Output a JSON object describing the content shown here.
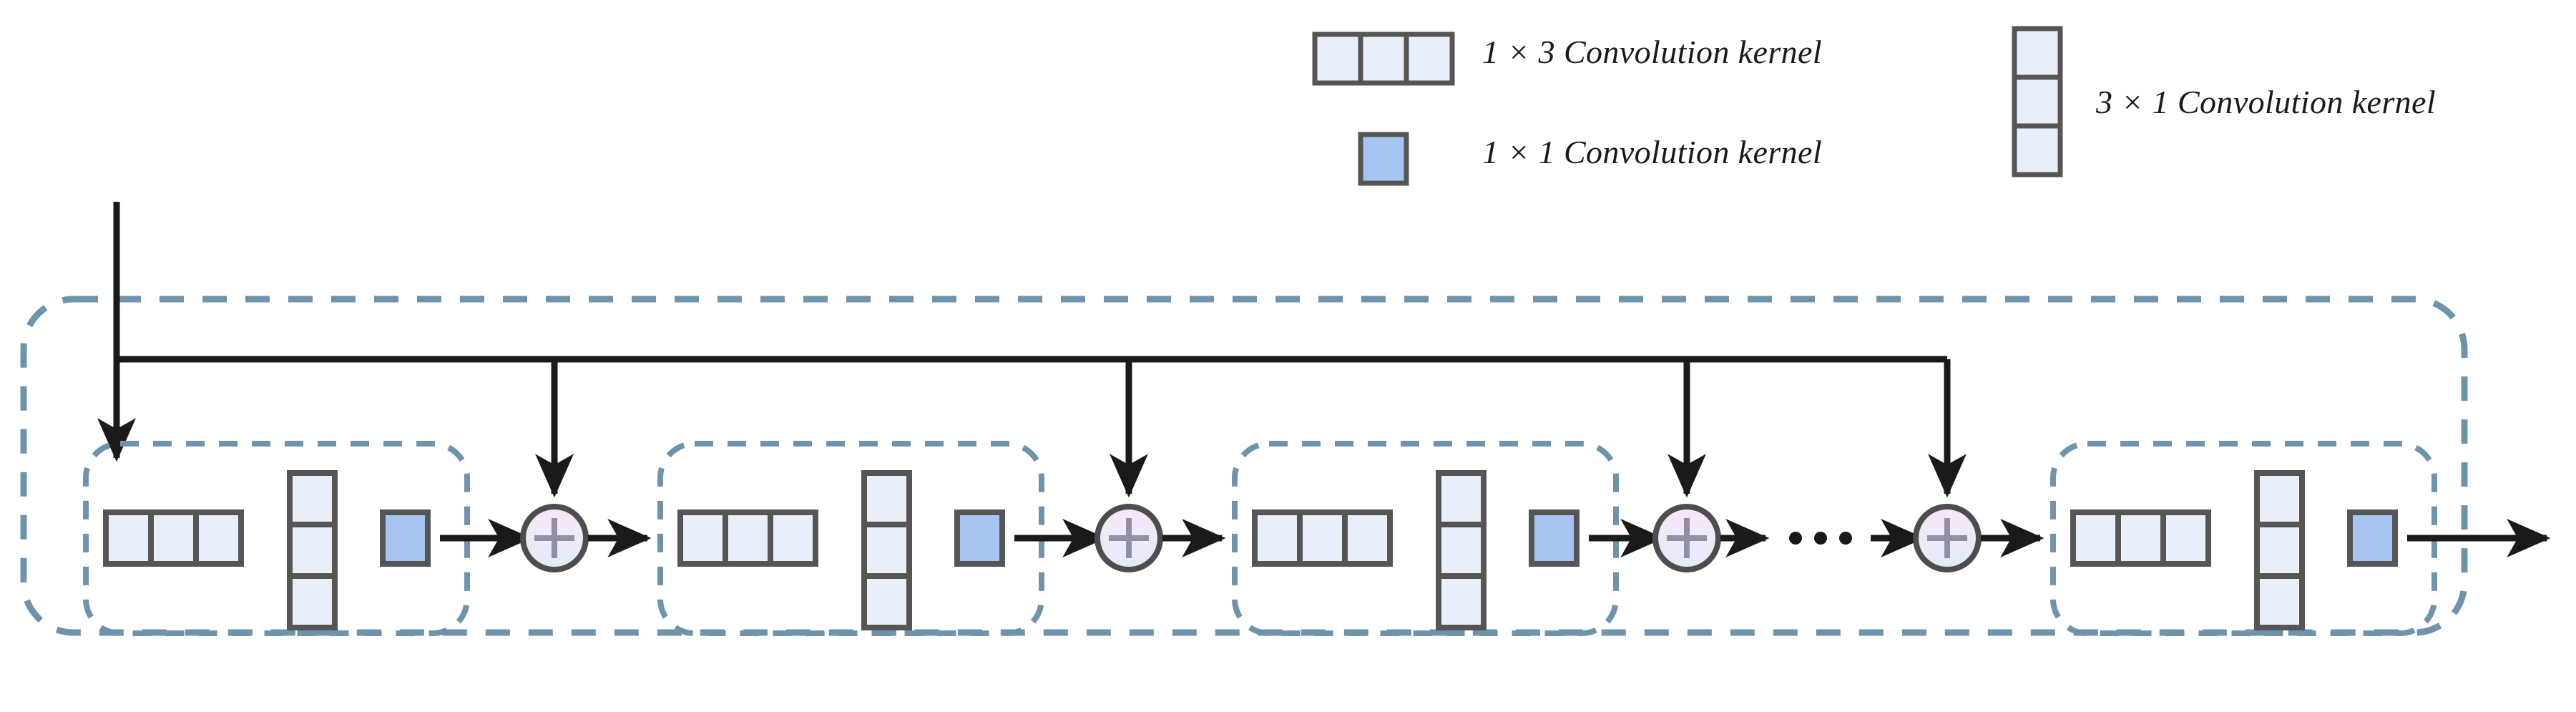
{
  "figure": {
    "type": "neural-network-architecture-diagram",
    "description": "Residual block chain with factorized convolution kernels and skip connections"
  },
  "legend": {
    "items": [
      {
        "id": "kernel-1x3",
        "label": "1 × 3 Convolution kernel",
        "shape": "horizontal-3-cells",
        "fill": "#e9eefb",
        "stroke": "#555555",
        "cells": 3,
        "orientation": "horizontal"
      },
      {
        "id": "kernel-1x1",
        "label": "1 × 1 Convolution kernel",
        "shape": "single-cell",
        "fill": "#a6c4f0",
        "stroke": "#555555",
        "cells": 1,
        "orientation": "single"
      },
      {
        "id": "kernel-3x1",
        "label": "3 × 1 Convolution kernel",
        "shape": "vertical-3-cells",
        "fill": "#e9eefb",
        "stroke": "#555555",
        "cells": 3,
        "orientation": "vertical"
      }
    ]
  },
  "colors": {
    "kernel_light_fill": "#e9eefb",
    "kernel_blue_fill": "#a6c4f0",
    "kernel_stroke": "#555555",
    "dashed_container": "#6d94ab",
    "arrow_line": "#1a1a1a",
    "plus_stroke": "#4d4d4d",
    "plus_fill_top": "#f3e6f5",
    "plus_fill_bottom": "#e2edf8",
    "background": "#ffffff"
  },
  "diagram": {
    "outer_container": {
      "name": "residual-stack-container",
      "style": "dashed-rounded"
    },
    "blocks": [
      {
        "index": 1,
        "name": "conv-block-1",
        "kernels": [
          "1x3",
          "3x1",
          "1x1"
        ]
      },
      {
        "index": 2,
        "name": "conv-block-2",
        "kernels": [
          "1x3",
          "3x1",
          "1x1"
        ]
      },
      {
        "index": 3,
        "name": "conv-block-3",
        "kernels": [
          "1x3",
          "3x1",
          "1x1"
        ]
      },
      {
        "index": 4,
        "name": "conv-block-n",
        "kernels": [
          "1x3",
          "3x1",
          "1x1"
        ]
      }
    ],
    "adders": [
      {
        "index": 1,
        "name": "residual-add-1",
        "symbol": "+"
      },
      {
        "index": 2,
        "name": "residual-add-2",
        "symbol": "+"
      },
      {
        "index": 3,
        "name": "residual-add-3",
        "symbol": "+"
      },
      {
        "index": 4,
        "name": "residual-add-n",
        "symbol": "+"
      }
    ],
    "ellipsis": {
      "name": "repeat-ellipsis",
      "dots": 3
    },
    "input_arrow": {
      "name": "input-arrow",
      "direction": "down"
    },
    "output_arrow": {
      "name": "output-arrow",
      "direction": "right"
    },
    "skip_bus": {
      "name": "skip-connection-bus",
      "branches": 4
    }
  }
}
